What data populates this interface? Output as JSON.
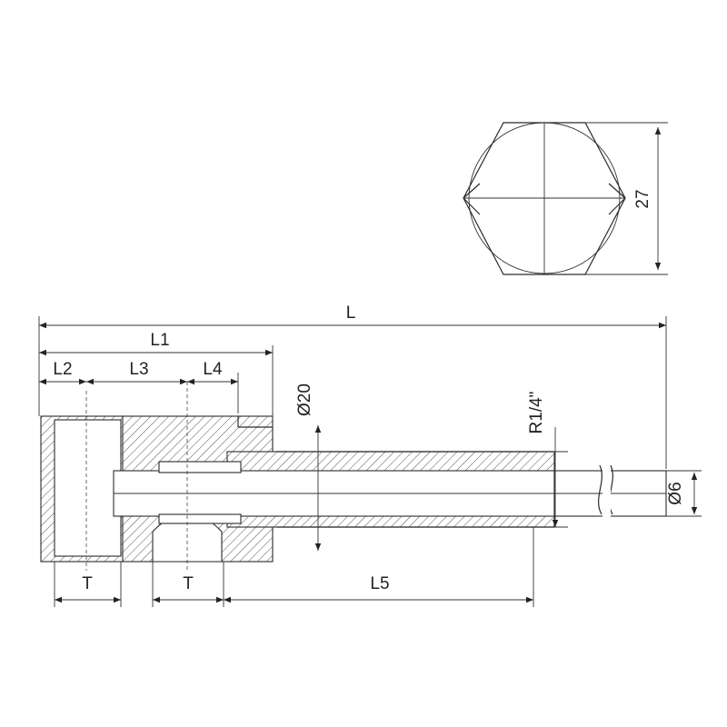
{
  "dimensions": {
    "overall_length": "L",
    "length_1": "L1",
    "length_2": "L2",
    "length_3": "L3",
    "length_4": "L4",
    "length_5": "L5",
    "thread_length_left": "T",
    "thread_length_right": "T",
    "body_diameter": "Ø20",
    "thread_size": "R1/4\"",
    "probe_diameter": "Ø6",
    "hex_across_flats": "27"
  },
  "colors": {
    "line": "#2b2b2b",
    "background": "#ffffff"
  }
}
